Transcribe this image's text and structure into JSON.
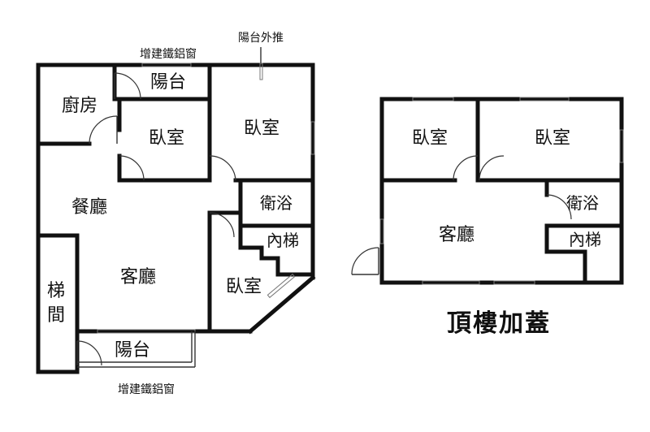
{
  "floor_main": {
    "rooms": {
      "kitchen": "廚房",
      "balcony_top": "陽台",
      "bedroom_1": "臥室",
      "bedroom_2": "臥室",
      "dining": "餐廳",
      "bath": "衛浴",
      "stair_inner": "內梯",
      "living": "客廳",
      "bedroom_3": "臥室",
      "stair_hall": [
        "梯",
        "間"
      ],
      "balcony_bottom": "陽台"
    },
    "notes": {
      "window_top": "增建鐵鋁窗",
      "balcony_push": "陽台外推",
      "window_bottom": "增建鐵鋁窗"
    }
  },
  "floor_roof": {
    "rooms": {
      "bedroom_1": "臥室",
      "bedroom_2": "臥室",
      "bath": "衛浴",
      "living": "客廳",
      "stair_inner": "內梯"
    },
    "title": "頂樓加蓋"
  }
}
